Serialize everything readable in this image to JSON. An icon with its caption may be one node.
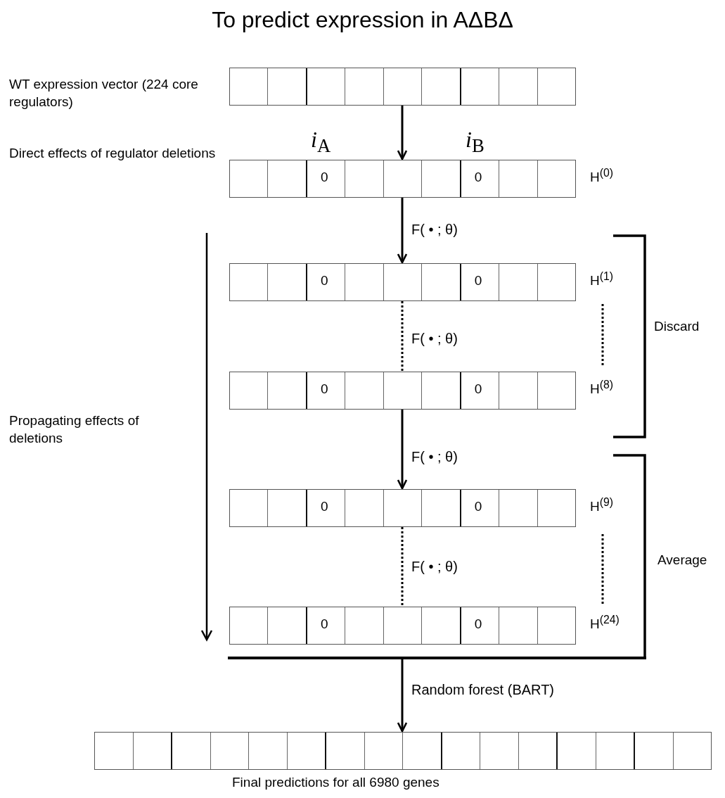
{
  "diagram": {
    "title": "To predict expression in AΔBΔ",
    "nodes": [
      {
        "text": [],
        "shape": "bar"
      },
      {
        "text": [
          "0",
          "0"
        ],
        "beside": [
          "H$^{(0)}$"
        ]
      },
      {
        "text": [
          "0",
          "0"
        ],
        "beside": [
          "H$^{(1)}$"
        ]
      },
      {
        "text": [
          "0",
          "0"
        ],
        "beside": [
          "H$^{(8)}$"
        ]
      },
      {
        "text": [
          "0",
          "0"
        ],
        "beside": [
          "H$^{(9)}$"
        ]
      },
      {
        "text": [
          "0",
          "0"
        ],
        "beside": [
          "H$^{(24)}$"
        ]
      },
      {
        "text": [],
        "shape": "bar",
        "beside": [
          "Final predictions for all 6980 genes"
        ]
      },
      {
        "text": [],
        "shape": "line"
      }
    ],
    "edges": [
      {
        "from": 0,
        "to": 1,
        "arrow": "to"
      },
      {
        "from": 1,
        "to": 2,
        "arrow": "to",
        "label": "F( • ; θ)"
      },
      {
        "from": 2,
        "to": 3,
        "arrow": "none",
        "style": "dashed",
        "label": "F( • ; θ)"
      },
      {
        "from": 3,
        "to": 4,
        "arrow": "to",
        "label": "F( • ; θ)"
      },
      {
        "from": 4,
        "to": 5,
        "arrow": "none",
        "style": "dashed",
        "label": "F( • ; θ)"
      },
      {
        "from": 7,
        "to": 6,
        "arrow": "to",
        "label": "Random forest (BART)"
      }
    ],
    "labels": [
      "WT expression vector (224 core regulators)",
      "Direct effects of regulator deletions",
      "*i*$_{A}$",
      "*i*$_{B}$",
      "Propagating effects of deletions",
      "Discard",
      "Average"
    ]
  }
}
